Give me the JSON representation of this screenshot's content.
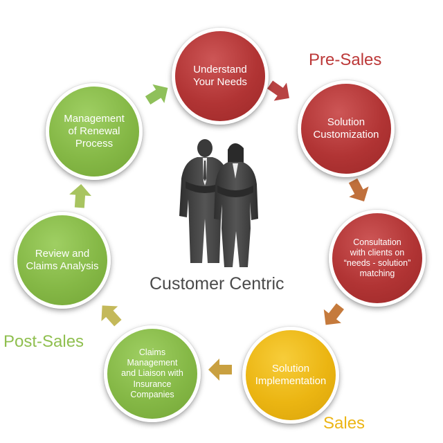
{
  "nodes": [
    {
      "id": "n1",
      "text": "Understand\nYour Needs",
      "color": "#b13434"
    },
    {
      "id": "n2",
      "text": "Solution\nCustomization",
      "color": "#b13434"
    },
    {
      "id": "n3",
      "text": "Consultation\nwith clients on\n“needs - solution”\nmatching",
      "color": "#b13434"
    },
    {
      "id": "n4",
      "text": "Solution\nImplementation",
      "color": "#ebb512"
    },
    {
      "id": "n5",
      "text": "Claims\nManagement\nand Liaison with\nInsurance\nCompanies",
      "color": "#85b846"
    },
    {
      "id": "n6",
      "text": "Review and\nClaims Analysis",
      "color": "#85b846"
    },
    {
      "id": "n7",
      "text": "Management\nof Renewal\nProcess",
      "color": "#85b846"
    }
  ],
  "phase_labels": {
    "pre_sales": "Pre-Sales",
    "post_sales": "Post-Sales",
    "sales": "Sales"
  },
  "center": {
    "title": "Customer Centric",
    "icon": "businesspeople-icon"
  },
  "colors": {
    "pre_sales": "#b13434",
    "sales": "#ebb512",
    "post_sales": "#85b846",
    "arrow_red": "#b84343",
    "arrow_orange": "#c0703c",
    "arrow_gold": "#c9a040",
    "arrow_olive": "#b8c05c",
    "arrow_green": "#8fc05a",
    "figures": "#3f3f3f"
  }
}
